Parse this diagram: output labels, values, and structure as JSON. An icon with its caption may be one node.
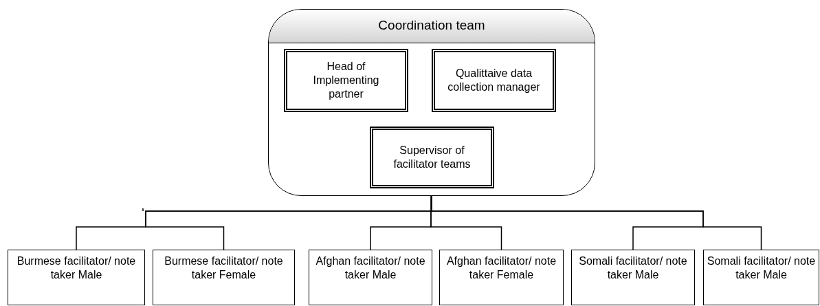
{
  "diagram": {
    "nodes": [
      {
        "text": [
          "Coordination team"
        ]
      },
      {
        "text": [
          "Head of Implementing partner"
        ],
        "in": 0
      },
      {
        "text": [
          "Qualittaive data collection manager"
        ],
        "in": 0
      },
      {
        "text": [
          "Supervisor of facilitator teams"
        ],
        "in": 0
      },
      {
        "text": [
          "Burmese facilitator/ note taker Male"
        ]
      },
      {
        "text": [
          "Burmese facilitator/ note taker Female"
        ]
      },
      {
        "text": [
          "Afghan facilitator/ note taker Male"
        ]
      },
      {
        "text": [
          "Afghan facilitator/ note taker Female"
        ]
      },
      {
        "text": [
          "Somali facilitator/ note taker Male"
        ]
      },
      {
        "text": [
          "Somali facilitator/ note taker Male"
        ]
      }
    ],
    "edges": [
      {
        "from": 3,
        "to": 4,
        "arrow": "none"
      },
      {
        "from": 3,
        "to": 5,
        "arrow": "none"
      },
      {
        "from": 3,
        "to": 6,
        "arrow": "none"
      },
      {
        "from": 3,
        "to": 7,
        "arrow": "none"
      },
      {
        "from": 3,
        "to": 8,
        "arrow": "none"
      },
      {
        "from": 3,
        "to": 9,
        "arrow": "none"
      }
    ]
  }
}
